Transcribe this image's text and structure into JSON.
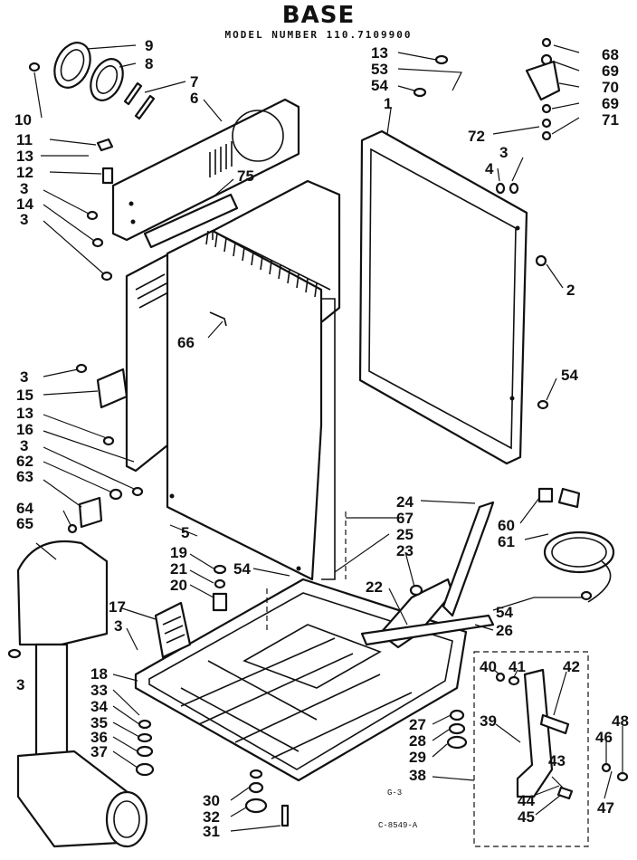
{
  "title": "BASE",
  "model_number": "MODEL NUMBER 110.7109900",
  "footer_left": "G-3",
  "footer_code": "C-8549-A",
  "callouts": {
    "c1": "1",
    "c2": "2",
    "c3": "3",
    "c4": "4",
    "c5": "5",
    "c6": "6",
    "c7": "7",
    "c8": "8",
    "c9": "9",
    "c10": "10",
    "c11": "11",
    "c12": "12",
    "c13": "13",
    "c14": "14",
    "c15": "15",
    "c16": "16",
    "c17": "17",
    "c18": "18",
    "c19": "19",
    "c20": "20",
    "c21": "21",
    "c22": "22",
    "c23": "23",
    "c24": "24",
    "c25": "25",
    "c26": "26",
    "c27": "27",
    "c28": "28",
    "c29": "29",
    "c30": "30",
    "c31": "31",
    "c32": "32",
    "c33": "33",
    "c34": "34",
    "c35": "35",
    "c36": "36",
    "c37": "37",
    "c38": "38",
    "c39": "39",
    "c40": "40",
    "c41": "41",
    "c42": "42",
    "c43": "43",
    "c44": "44",
    "c45": "45",
    "c46": "46",
    "c47": "47",
    "c48": "48",
    "c53": "53",
    "c54": "54",
    "c60": "60",
    "c61": "61",
    "c62": "62",
    "c63": "63",
    "c64": "64",
    "c65": "65",
    "c66": "66",
    "c67": "67",
    "c68": "68",
    "c69": "69",
    "c70": "70",
    "c71": "71",
    "c72": "72",
    "c75": "75"
  }
}
